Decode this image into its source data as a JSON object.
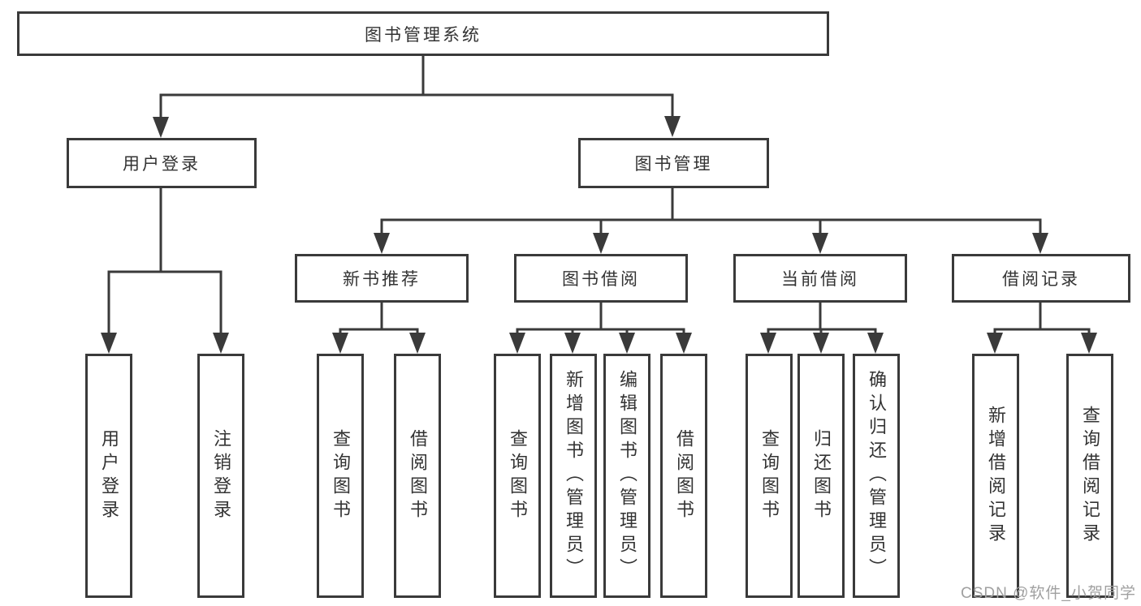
{
  "diagram": {
    "title": "图书管理系统",
    "root": {
      "label": "图书管理系统"
    },
    "branches": [
      {
        "label": "用户登录",
        "children": [
          {
            "label": "用户登录"
          },
          {
            "label": "注销登录"
          }
        ]
      },
      {
        "label": "图书管理",
        "sections": [
          {
            "label": "新书推荐",
            "children": [
              {
                "label": "查询图书"
              },
              {
                "label": "借阅图书"
              }
            ]
          },
          {
            "label": "图书借阅",
            "children": [
              {
                "label": "查询图书"
              },
              {
                "label": "新增图书（管理员）"
              },
              {
                "label": "编辑图书（管理员）"
              },
              {
                "label": "借阅图书"
              }
            ]
          },
          {
            "label": "当前借阅",
            "children": [
              {
                "label": "查询图书"
              },
              {
                "label": "归还图书"
              },
              {
                "label": "确认归还（管理员）"
              }
            ]
          },
          {
            "label": "借阅记录",
            "children": [
              {
                "label": "新增借阅记录"
              },
              {
                "label": "查询借阅记录"
              }
            ]
          }
        ]
      }
    ]
  },
  "watermark": {
    "label": "CSDN @软件_小贺同学"
  },
  "colors": {
    "line": "#3a3a3a",
    "text": "#333333",
    "watermark": "#a0a0a0",
    "background": "#ffffff"
  }
}
